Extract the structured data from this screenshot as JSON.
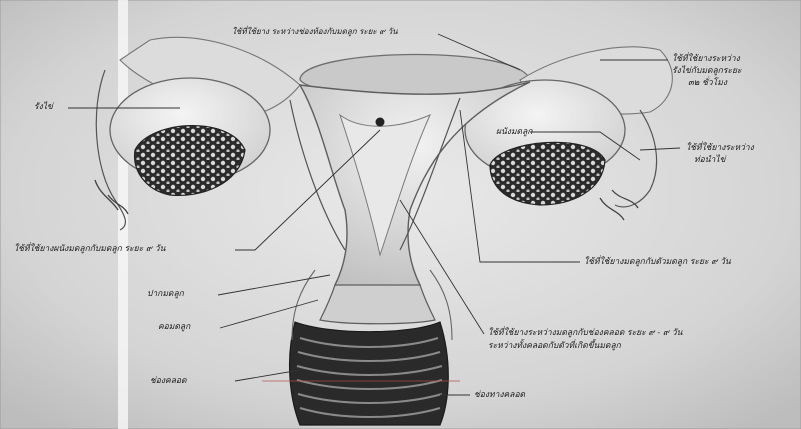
{
  "diagram": {
    "labels": {
      "top": "ใช้ที่ใช้ยาง ระหว่างช่องท้องกับมดลูก ระยะ ๙ วัน",
      "ovary": "รังไข่",
      "right_top_1": "ใช้ที่ใช้ยางระหว่าง",
      "right_top_2": "รังไข่กับมดลูกระยะ",
      "right_top_3": "๓๒ ชั่วโมง",
      "uterine_wall": "ผนังมดลูก",
      "right_mid_1": "ใช้ที่ใช้ยางระหว่าง",
      "right_mid_2": "ท่อนำไข่",
      "left_mid": "ใช้ที่ใช้ยางผนังมดลูกกับมดลูก ระยะ ๙ วัน",
      "right_low": "ใช้ที่ใช้ยางมดลูกกับตัวมดลูก ระยะ ๙ วัน",
      "cervix": "ปากมดลูก",
      "neck": "คอมดลูก",
      "bottom_right_1": "ใช้ที่ใช้ยางระหว่างมดลูกกับช่องคลอด ระยะ ๙ - ๙ วัน",
      "bottom_right_2": "ระหว่างทั้งคลอดกับตัวที่เกิดขึ้นมดลูก",
      "vagina": "ช่องคลอด",
      "vaginal_canal": "ช่องทางคลอด"
    }
  }
}
